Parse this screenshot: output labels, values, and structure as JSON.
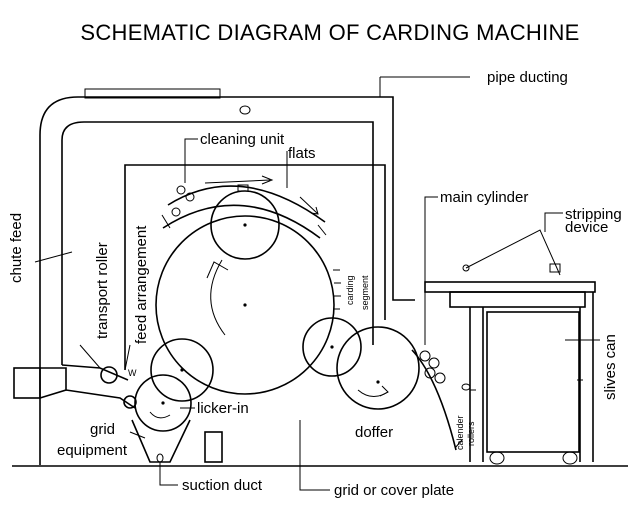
{
  "title": "SCHEMATIC DIAGRAM OF CARDING MACHINE",
  "labels": {
    "pipe_ducting": "pipe ducting",
    "cleaning_unit": "cleaning unit",
    "flats": "flats",
    "main_cylinder": "main cylinder",
    "stripping": "stripping",
    "device": "device",
    "chute_feed": "chute feed",
    "transport_roller": "transport roller",
    "feed_arrangement": "feed arrangement",
    "carding": "carding",
    "segment": "segment",
    "slives_can": "slives can",
    "w": "W",
    "licker_in": "licker-in",
    "grid": "grid",
    "equipment": "equipment",
    "doffer": "doffer",
    "calender_rollers": "calender rollers",
    "calender": "calender",
    "rollers": "rollers",
    "suction_duct": "suction duct",
    "grid_or_cover_plate": "grid or cover plate"
  }
}
